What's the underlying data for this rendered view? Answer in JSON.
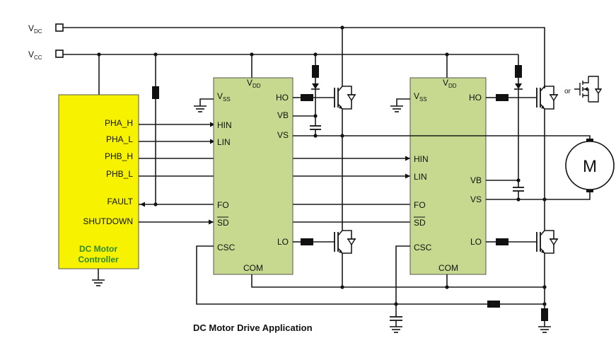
{
  "colors": {
    "controller_fill": "#f6f200",
    "ic_fill": "#c6d98f",
    "wire": "#1a1a1a",
    "controller_text": "#2e8b2e"
  },
  "supplies": {
    "vdc_main": "V",
    "vdc_sub": "DC",
    "vcc_main": "V",
    "vcc_sub": "CC"
  },
  "controller": {
    "pins": [
      "PHA_H",
      "PHA_L",
      "PHB_H",
      "PHB_L",
      "FAULT",
      "SHUTDOWN"
    ],
    "title_line1": "DC Motor",
    "title_line2": "Controller"
  },
  "driver_ic": {
    "vdd_main": "V",
    "vdd_sub": "DD",
    "vss_main": "V",
    "vss_sub": "SS",
    "pins": {
      "hin": "HIN",
      "lin": "LIN",
      "fo": "FO",
      "sd": "SD",
      "csc": "CSC",
      "ho": "HO",
      "vb": "VB",
      "vs": "VS",
      "lo": "LO",
      "com": "COM"
    }
  },
  "motor_label": "M",
  "alt_label": "or",
  "caption": "DC Motor Drive Application"
}
